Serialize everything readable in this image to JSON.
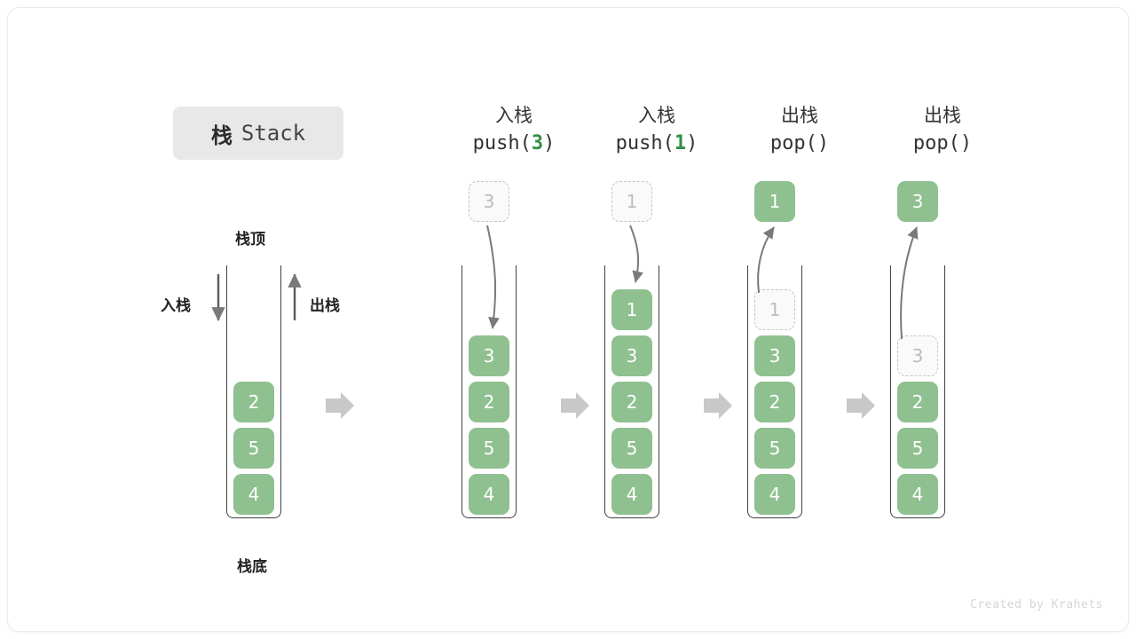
{
  "title": {
    "cn": "栈",
    "en": "Stack"
  },
  "labels": {
    "top": "栈顶",
    "bottom": "栈底",
    "push_side": "入栈",
    "pop_side": "出栈"
  },
  "colors": {
    "cell_fill": "#8fc08f",
    "cell_text": "#ffffff",
    "ghost_fill": "#fafafa",
    "ghost_border": "#c4c4c4",
    "ghost_text": "#bcbcbc",
    "arrow": "#7a7a7a",
    "separator": "#c8c8c8",
    "container_line": "#3f3f3f",
    "badge_bg": "#e8e8e8",
    "accent_green": "#2f8f46"
  },
  "columns": [
    {
      "id": "initial",
      "head_line1": "",
      "head_line2": "",
      "op": "none",
      "float_cell": null,
      "cells": [
        {
          "value": "2",
          "state": "solid"
        },
        {
          "value": "5",
          "state": "solid"
        },
        {
          "value": "4",
          "state": "solid"
        }
      ]
    },
    {
      "id": "push-3",
      "head_line1": "入栈",
      "head_line2_pre": "push(",
      "head_line2_arg": "3",
      "head_line2_post": ")",
      "op": "push",
      "float_cell": {
        "value": "3",
        "state": "ghost"
      },
      "cells": [
        {
          "value": "3",
          "state": "solid"
        },
        {
          "value": "2",
          "state": "solid"
        },
        {
          "value": "5",
          "state": "solid"
        },
        {
          "value": "4",
          "state": "solid"
        }
      ]
    },
    {
      "id": "push-1",
      "head_line1": "入栈",
      "head_line2_pre": "push(",
      "head_line2_arg": "1",
      "head_line2_post": ")",
      "op": "push",
      "float_cell": {
        "value": "1",
        "state": "ghost"
      },
      "cells": [
        {
          "value": "1",
          "state": "solid"
        },
        {
          "value": "3",
          "state": "solid"
        },
        {
          "value": "2",
          "state": "solid"
        },
        {
          "value": "5",
          "state": "solid"
        },
        {
          "value": "4",
          "state": "solid"
        }
      ]
    },
    {
      "id": "pop-1",
      "head_line1": "出栈",
      "head_line2_pre": "pop(",
      "head_line2_arg": "",
      "head_line2_post": ")",
      "op": "pop",
      "float_cell": {
        "value": "1",
        "state": "solid"
      },
      "cells": [
        {
          "value": "1",
          "state": "ghost"
        },
        {
          "value": "3",
          "state": "solid"
        },
        {
          "value": "2",
          "state": "solid"
        },
        {
          "value": "5",
          "state": "solid"
        },
        {
          "value": "4",
          "state": "solid"
        }
      ]
    },
    {
      "id": "pop-3",
      "head_line1": "出栈",
      "head_line2_pre": "pop(",
      "head_line2_arg": "",
      "head_line2_post": ")",
      "op": "pop",
      "float_cell": {
        "value": "3",
        "state": "solid"
      },
      "cells": [
        {
          "value": "3",
          "state": "ghost"
        },
        {
          "value": "2",
          "state": "solid"
        },
        {
          "value": "5",
          "state": "solid"
        },
        {
          "value": "4",
          "state": "solid"
        }
      ]
    }
  ],
  "credit": "Created by Krahets"
}
